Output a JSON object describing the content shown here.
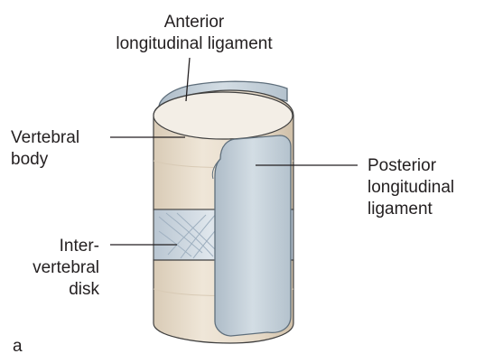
{
  "labels": {
    "anterior": [
      "Anterior",
      "longitudinal ligament"
    ],
    "vertebral_body": [
      "Vertebral",
      "body"
    ],
    "intervertebral": [
      "Inter-",
      "vertebral",
      "disk"
    ],
    "posterior": [
      "Posterior",
      "longitudinal",
      "ligament"
    ],
    "panel": "a"
  },
  "colors": {
    "bone_top": "#f2ede4",
    "bone_side": "#e9dfcf",
    "bone_shadow": "#d8cab5",
    "disk": "#cdd6df",
    "disk_fiber": "#9fb0c0",
    "ligament": "#c9d4dc",
    "ligament_edge": "#5f6f7c",
    "outline": "#3f3f3f",
    "text": "#231f20"
  }
}
